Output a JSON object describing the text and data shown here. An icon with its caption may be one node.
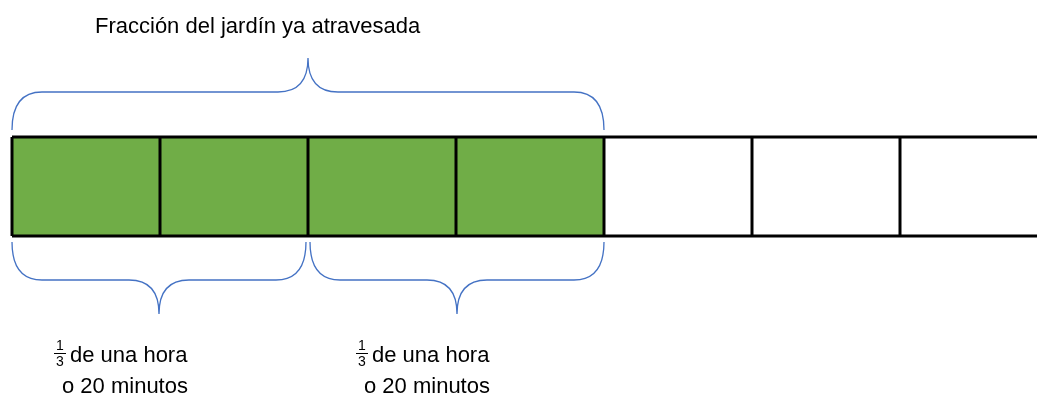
{
  "diagram": {
    "title": "Fracción del jardín ya atravesada",
    "labels": [
      "1",
      "3",
      "de una hora",
      "o 20 minutos",
      "1",
      "3",
      "de una hora",
      "o 20 minutos"
    ]
  }
}
